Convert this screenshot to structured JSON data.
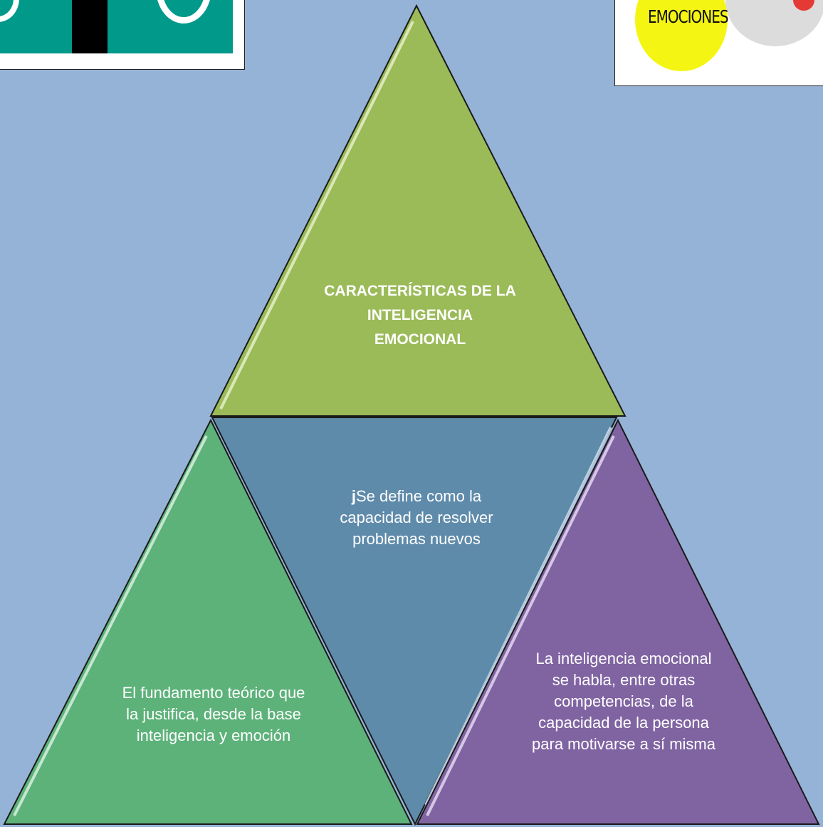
{
  "pyramid": {
    "top": {
      "title": "CARACTERÍSTICAS DE LA INTELIGENCIA EMOCIONAL",
      "color": "#9bbb59"
    },
    "middle": {
      "prefix": "j",
      "text": "Se define como la capacidad de resolver problemas nuevos",
      "color": "#5f8bab"
    },
    "left": {
      "text": "El fundamento teórico que la justifica, desde la base inteligencia y emoción",
      "color": "#5db27a"
    },
    "right": {
      "text": "La inteligencia emocional se habla, entre otras competencias, de la capacidad de la persona para motivarse a sí misma",
      "color": "#8064a2"
    }
  },
  "images": {
    "right_badge_text": "EMOCIONES"
  },
  "colors": {
    "background": "#95b3d7",
    "outline": "#1a1a1a"
  }
}
